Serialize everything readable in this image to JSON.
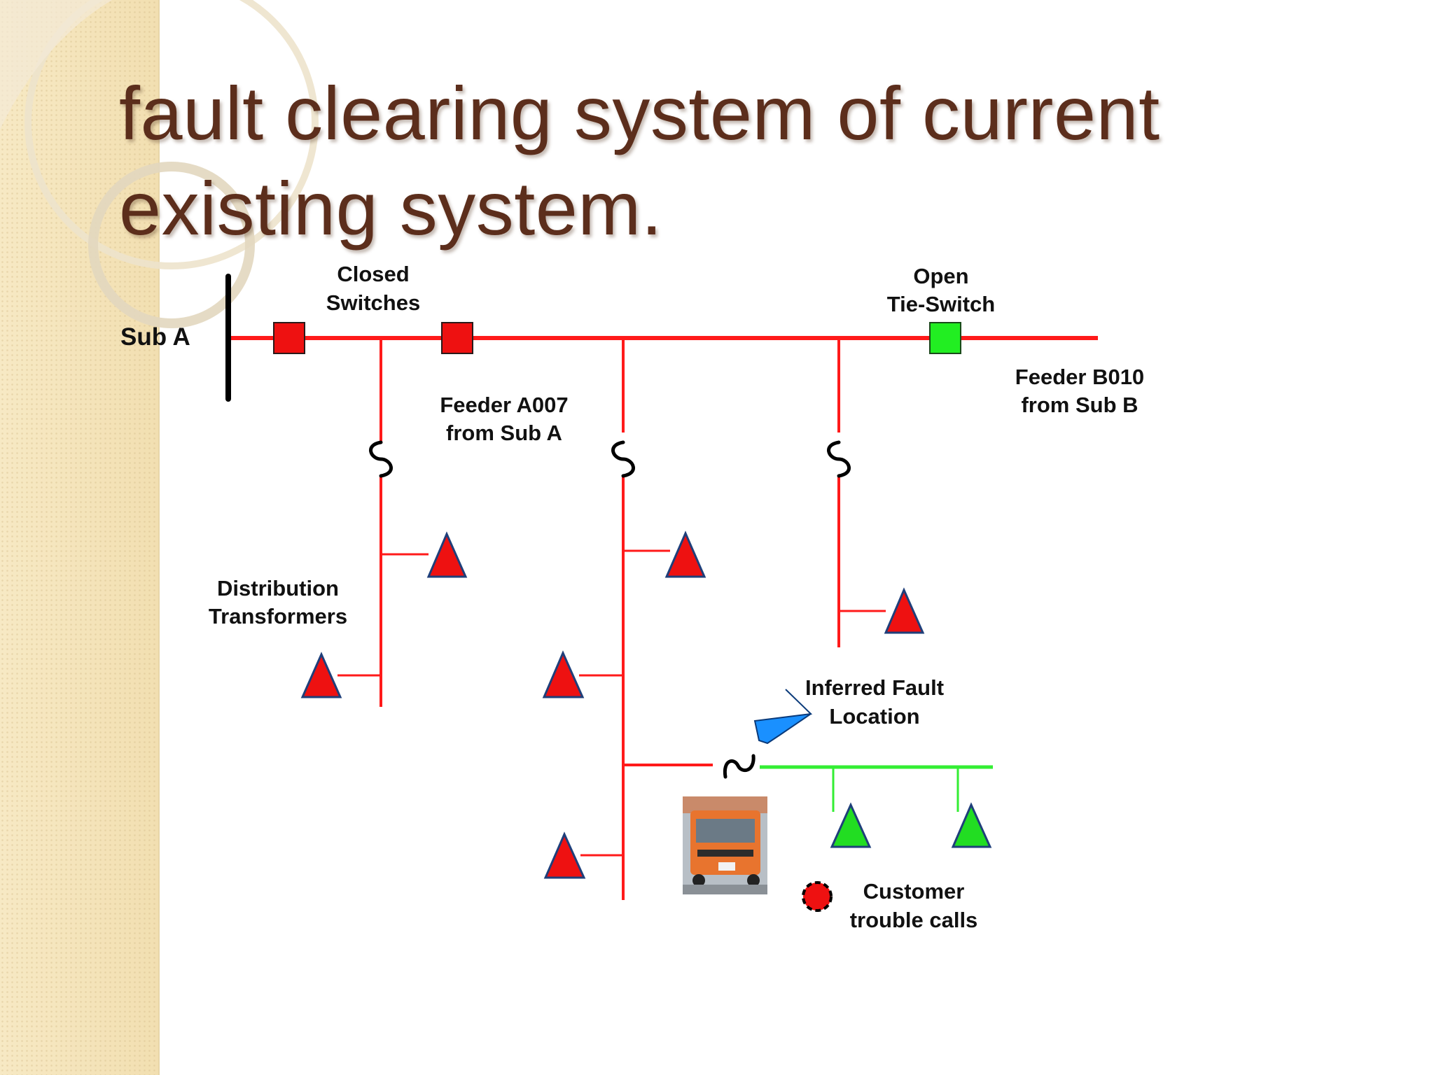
{
  "title": "fault clearing system of current existing system.",
  "colors": {
    "title": "#5c2e1c",
    "feeder_line": "#ff1a1a",
    "restored_line": "#33ee33",
    "transformer_fill": "#ee1111",
    "transformer_restored_fill": "#22dd22",
    "triangle_border": "#1f3f7a",
    "fault_pointer": "#1a90ff",
    "closed_switch": "#ee1111",
    "open_switch": "#22ee22",
    "bus": "#000000"
  },
  "labels": {
    "sub_a": "Sub A",
    "closed_switches_1": "Closed",
    "closed_switches_2": "Switches",
    "open_tie_1": "Open",
    "open_tie_2": "Tie-Switch",
    "feeder_a_1": "Feeder A007",
    "feeder_a_2": "from Sub A",
    "feeder_b_1": "Feeder B010",
    "feeder_b_2": "from Sub B",
    "dist_tr_1": "Distribution",
    "dist_tr_2": "Transformers",
    "fault_1": "Inferred Fault",
    "fault_2": "Location",
    "calls_1": "Customer",
    "calls_2": "trouble calls"
  },
  "icons": {
    "fuse": "fuse-icon",
    "transformer": "triangle-icon",
    "fault_pointer": "pentagon-arrow-icon",
    "truck": "utility-truck-photo",
    "trouble_call": "dashed-circle-icon"
  },
  "counts": {
    "closed_switches": 2,
    "open_tie_switches": 1,
    "fuses": 4,
    "distribution_transformers_energized": 6,
    "distribution_transformers_outaged": 2
  }
}
